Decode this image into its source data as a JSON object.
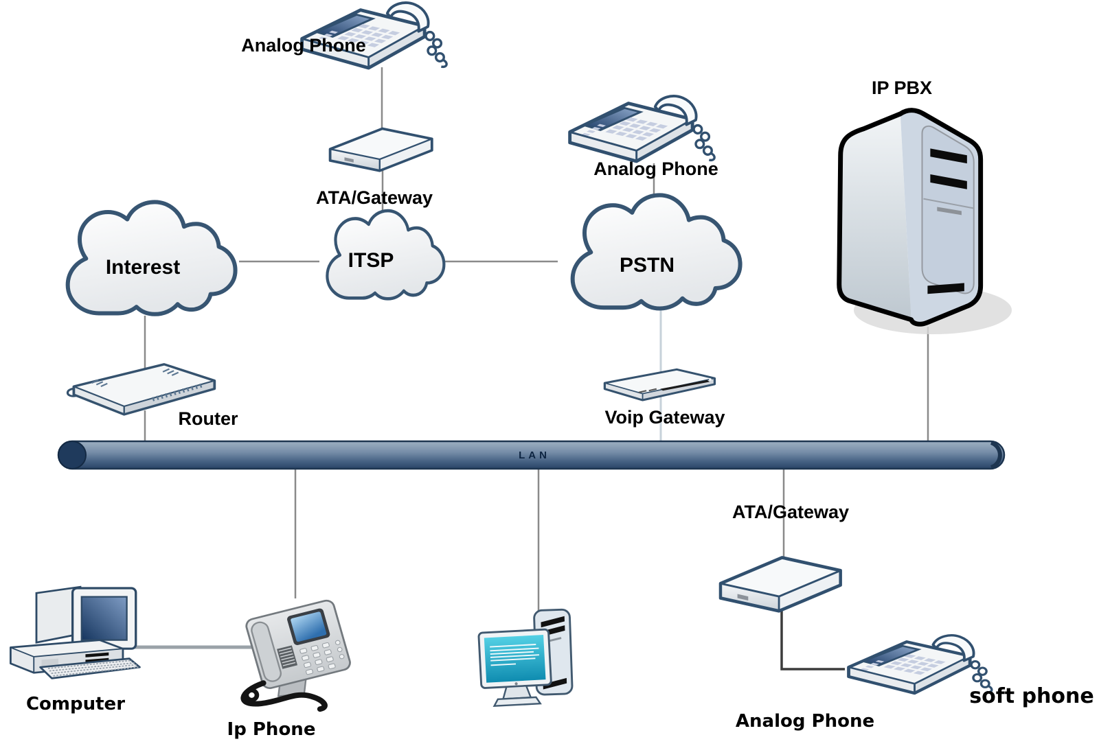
{
  "diagram": {
    "type": "network-topology",
    "description": "VoIP telephony network diagram connecting analog phones, gateways, clouds and LAN devices",
    "labels": {
      "analog_phone_top": "Analog Phone",
      "ata_gateway_top": "ATA/Gateway",
      "internet": "Interest",
      "itsp": "ITSP",
      "pstn": "PSTN",
      "analog_phone_pstn": "Analog Phone",
      "ip_pbx": "IP PBX",
      "router": "Router",
      "voip_gateway": "Voip Gateway",
      "lan": "LAN",
      "ata_gateway_bottom": "ATA/Gateway",
      "computer": "Computer",
      "ip_phone": "Ip Phone",
      "analog_phone_bottom": "Analog Phone",
      "soft_phone": "soft phone"
    },
    "connections": [
      {
        "from": "Analog Phone (top)",
        "to": "ATA/Gateway (top)"
      },
      {
        "from": "ATA/Gateway (top)",
        "to": "ITSP"
      },
      {
        "from": "Interest",
        "to": "ITSP"
      },
      {
        "from": "ITSP",
        "to": "PSTN"
      },
      {
        "from": "Analog Phone (middle)",
        "to": "PSTN"
      },
      {
        "from": "Interest",
        "to": "Router"
      },
      {
        "from": "Router",
        "to": "LAN"
      },
      {
        "from": "PSTN",
        "to": "Voip Gateway"
      },
      {
        "from": "Voip Gateway",
        "to": "LAN"
      },
      {
        "from": "IP PBX",
        "to": "LAN"
      },
      {
        "from": "LAN",
        "to": "Ip Phone"
      },
      {
        "from": "LAN",
        "to": "Computer (workstation)"
      },
      {
        "from": "LAN",
        "to": "ATA/Gateway (bottom)"
      },
      {
        "from": "ATA/Gateway (bottom)",
        "to": "Analog Phone (bottom)"
      },
      {
        "from": "Computer",
        "to": "Ip Phone"
      }
    ],
    "colors": {
      "device_outline": "#31506f",
      "cloud_outline": "#375572",
      "lan_top": "#9db0c2",
      "lan_bottom": "#2a4466",
      "lan_cap": "#1f3a5c",
      "lan_text": "#0c2340",
      "link_line": "#8a8a8a",
      "link_line_dark": "#3c3c3c",
      "link_line_light": "#c7d2da",
      "screen_navy": "#1d3c66",
      "screen_teal": "#0f8cb0",
      "label_text": "#000000"
    }
  }
}
